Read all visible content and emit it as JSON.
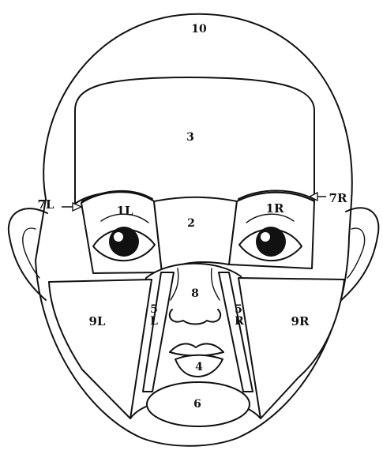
{
  "labels": {
    "zone_10": "10",
    "zone_3": "3",
    "zone_2": "2",
    "zone_1l": "1L",
    "zone_1r": "1R",
    "zone_7l": "7L",
    "zone_7r": "7R",
    "zone_8": "8",
    "zone_5l_num": "5",
    "zone_5l_side": "L",
    "zone_5r_num": "5",
    "zone_5r_side": "R",
    "zone_9l": "9L",
    "zone_9r": "9R",
    "zone_4": "4",
    "zone_6": "6"
  },
  "colors": {
    "line": "#111111",
    "background": "#ffffff"
  }
}
